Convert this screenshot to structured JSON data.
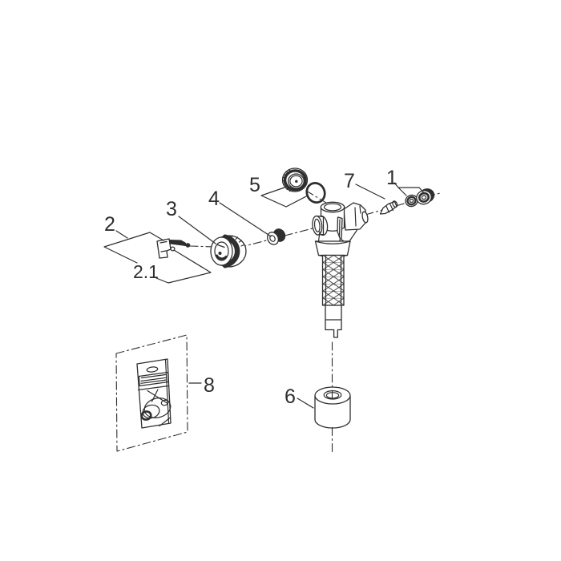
{
  "colors": {
    "line": "#2e2e2e",
    "bg": "#ffffff",
    "paper": "#ffffff"
  },
  "diagram": {
    "type": "exploded-parts-diagram",
    "labels": {
      "p1": "1",
      "p2": "2",
      "p2_1": "2.1",
      "p3": "3",
      "p4": "4",
      "p5": "5",
      "p6": "6",
      "p7": "7",
      "p8": "8"
    },
    "parts": {
      "p1": "inlet-washer-and-nut",
      "p2": "float-lever-arm",
      "p2_1": "lever-pin",
      "p3": "knurled-adjustment-nut",
      "p4": "seal-cone",
      "p5": "cap-with-o-ring",
      "p6": "damper-sleeve",
      "p7": "flow-nipple",
      "p8": "seal-service-kit-bag"
    }
  }
}
